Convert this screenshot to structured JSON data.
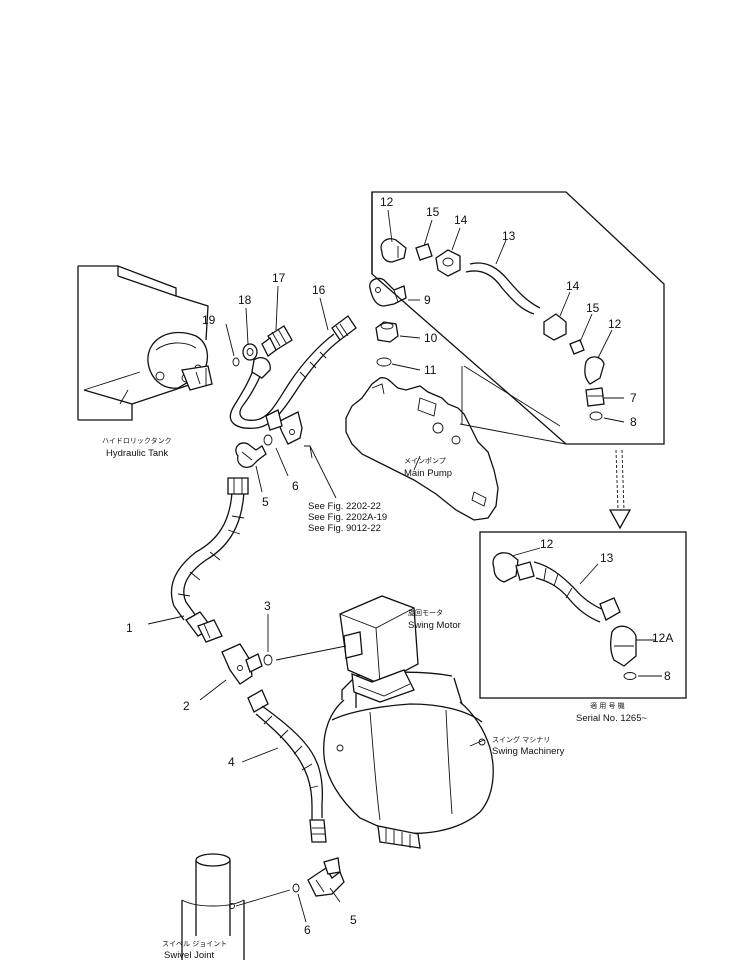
{
  "diagram": {
    "callouts": {
      "c1": "1",
      "c2": "2",
      "c3": "3",
      "c4": "4",
      "c5a": "5",
      "c5b": "5",
      "c6a": "6",
      "c6b": "6",
      "c7": "7",
      "c8a": "8",
      "c8b": "8",
      "c9": "9",
      "c10": "10",
      "c11": "11",
      "c12a": "12",
      "c12b": "12",
      "c12c": "12",
      "c12A": "12A",
      "c13a": "13",
      "c13b": "13",
      "c14a": "14",
      "c14b": "14",
      "c15a": "15",
      "c15b": "15",
      "c16": "16",
      "c17": "17",
      "c18": "18",
      "c19": "19"
    },
    "labels": {
      "hydraulic_tank_jp": "ハイドロリックタンク",
      "hydraulic_tank": "Hydraulic Tank",
      "main_pump_jp": "メインポンプ",
      "main_pump": "Main Pump",
      "swing_motor_jp": "旋回モータ",
      "swing_motor": "Swing Motor",
      "swing_machinery_jp": "スイング マシナリ",
      "swing_machinery": "Swing Machinery",
      "swivel_joint_jp": "スイベル ジョイント",
      "swivel_joint": "Swivel Joint",
      "serial_jp": "適 用 号 機",
      "serial": "Serial No. 1265~"
    },
    "references": [
      "See Fig. 2202-22",
      "See Fig. 2202A-19",
      "See Fig. 9012-22"
    ]
  }
}
